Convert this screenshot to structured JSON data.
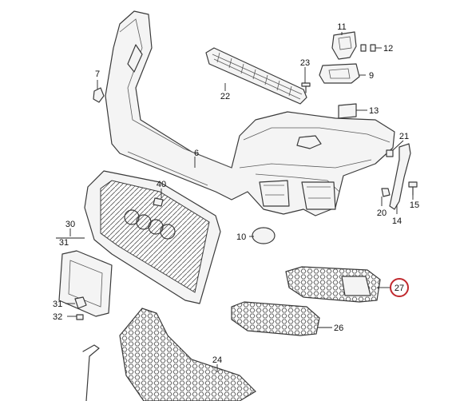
{
  "diagram": {
    "callouts": [
      {
        "id": "c1",
        "label": "6"
      },
      {
        "id": "c2",
        "label": "7"
      },
      {
        "id": "c3",
        "label": "9"
      },
      {
        "id": "c4",
        "label": "10"
      },
      {
        "id": "c5",
        "label": "11"
      },
      {
        "id": "c6",
        "label": "12"
      },
      {
        "id": "c7",
        "label": "13"
      },
      {
        "id": "c8",
        "label": "14"
      },
      {
        "id": "c9",
        "label": "15"
      },
      {
        "id": "c10",
        "label": "20"
      },
      {
        "id": "c11",
        "label": "21"
      },
      {
        "id": "c12",
        "label": "22"
      },
      {
        "id": "c13",
        "label": "23"
      },
      {
        "id": "c14",
        "label": "24"
      },
      {
        "id": "c15",
        "label": "26"
      },
      {
        "id": "c16",
        "label": "27"
      },
      {
        "id": "c17",
        "label": "30"
      },
      {
        "id": "c18",
        "label": "31"
      },
      {
        "id": "c19",
        "label": "31"
      },
      {
        "id": "c20",
        "label": "32"
      },
      {
        "id": "c21",
        "label": "40"
      }
    ],
    "highlighted_callout": "27",
    "highlight_color": "#c0282d"
  }
}
